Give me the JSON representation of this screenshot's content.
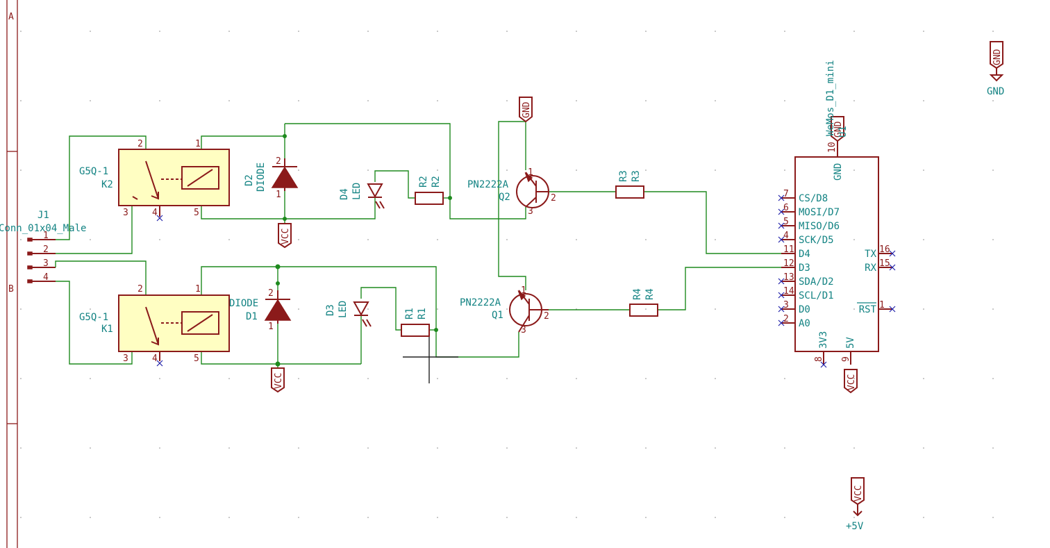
{
  "frame": {
    "rows": [
      "A",
      "B"
    ]
  },
  "connector": {
    "ref": "J1",
    "value": "Conn_01x04_Male",
    "pins": [
      "1",
      "2",
      "3",
      "4"
    ]
  },
  "relays": [
    {
      "ref": "K2",
      "value": "G5Q-1",
      "pins": {
        "p1": "1",
        "p2": "2",
        "p3": "3",
        "p4": "4",
        "p5": "5"
      }
    },
    {
      "ref": "K1",
      "value": "G5Q-1",
      "pins": {
        "p1": "1",
        "p2": "2",
        "p3": "3",
        "p4": "4",
        "p5": "5"
      }
    }
  ],
  "diodes": [
    {
      "ref": "D2",
      "value": "DIODE",
      "pins": [
        "2",
        "1"
      ]
    },
    {
      "ref": "D1",
      "value": "DIODE",
      "pins": [
        "2",
        "1"
      ]
    }
  ],
  "leds": [
    {
      "ref": "D4",
      "value": "LED"
    },
    {
      "ref": "D3",
      "value": "LED"
    }
  ],
  "resistors": [
    {
      "ref": "R2",
      "value": "R2"
    },
    {
      "ref": "R1",
      "value": "R1"
    },
    {
      "ref": "R3",
      "value": "R3"
    },
    {
      "ref": "R4",
      "value": "R4"
    }
  ],
  "transistors": [
    {
      "ref": "Q2",
      "value": "PN2222A",
      "pins": [
        "1",
        "2",
        "3"
      ]
    },
    {
      "ref": "Q1",
      "value": "PN2222A",
      "pins": [
        "1",
        "2",
        "3"
      ]
    }
  ],
  "mcu": {
    "ref": "U1",
    "value": "WeMos_D1_mini",
    "gnd": {
      "name": "GND",
      "num": "10"
    },
    "left_pins": [
      {
        "num": "7",
        "name": "CS/D8"
      },
      {
        "num": "6",
        "name": "MOSI/D7"
      },
      {
        "num": "5",
        "name": "MISO/D6"
      },
      {
        "num": "4",
        "name": "SCK/D5"
      },
      {
        "num": "11",
        "name": "D4"
      },
      {
        "num": "12",
        "name": "D3"
      },
      {
        "num": "13",
        "name": "SDA/D2"
      },
      {
        "num": "14",
        "name": "SCL/D1"
      },
      {
        "num": "3",
        "name": "D0"
      },
      {
        "num": "2",
        "name": "A0"
      }
    ],
    "right_pins": [
      {
        "num": "16",
        "name": "TX"
      },
      {
        "num": "15",
        "name": "RX"
      },
      {
        "num": "1",
        "name": "RST"
      }
    ],
    "bottom_pins": [
      {
        "num": "8",
        "name": "3V3"
      },
      {
        "num": "9",
        "name": "5V"
      }
    ]
  },
  "power": {
    "vcc_label": "VCC",
    "gnd_label": "GND",
    "gnd_symbol_value": "GND",
    "vcc_symbol_value": "+5V"
  }
}
